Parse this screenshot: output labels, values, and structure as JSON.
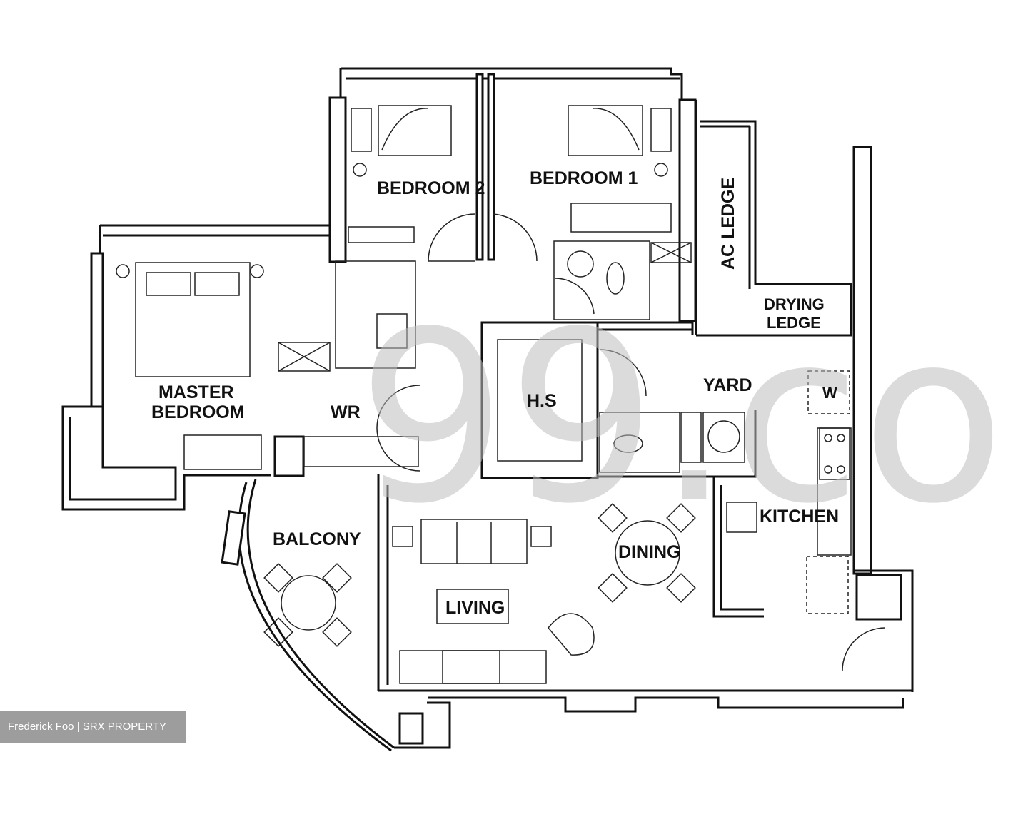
{
  "rooms": {
    "bedroom2": "BEDROOM 2",
    "bedroom1": "BEDROOM 1",
    "ac_ledge": "AC LEDGE",
    "drying_ledge_1": "DRYING",
    "drying_ledge_2": "LEDGE",
    "master_bedroom_1": "MASTER",
    "master_bedroom_2": "BEDROOM",
    "wr": "WR",
    "hs": "H.S",
    "yard": "YARD",
    "washer": "W",
    "kitchen": "KITCHEN",
    "balcony": "BALCONY",
    "dining": "DINING",
    "living": "LIVING"
  },
  "watermark": "99.co",
  "credit": "Frederick Foo | SRX PROPERTY"
}
